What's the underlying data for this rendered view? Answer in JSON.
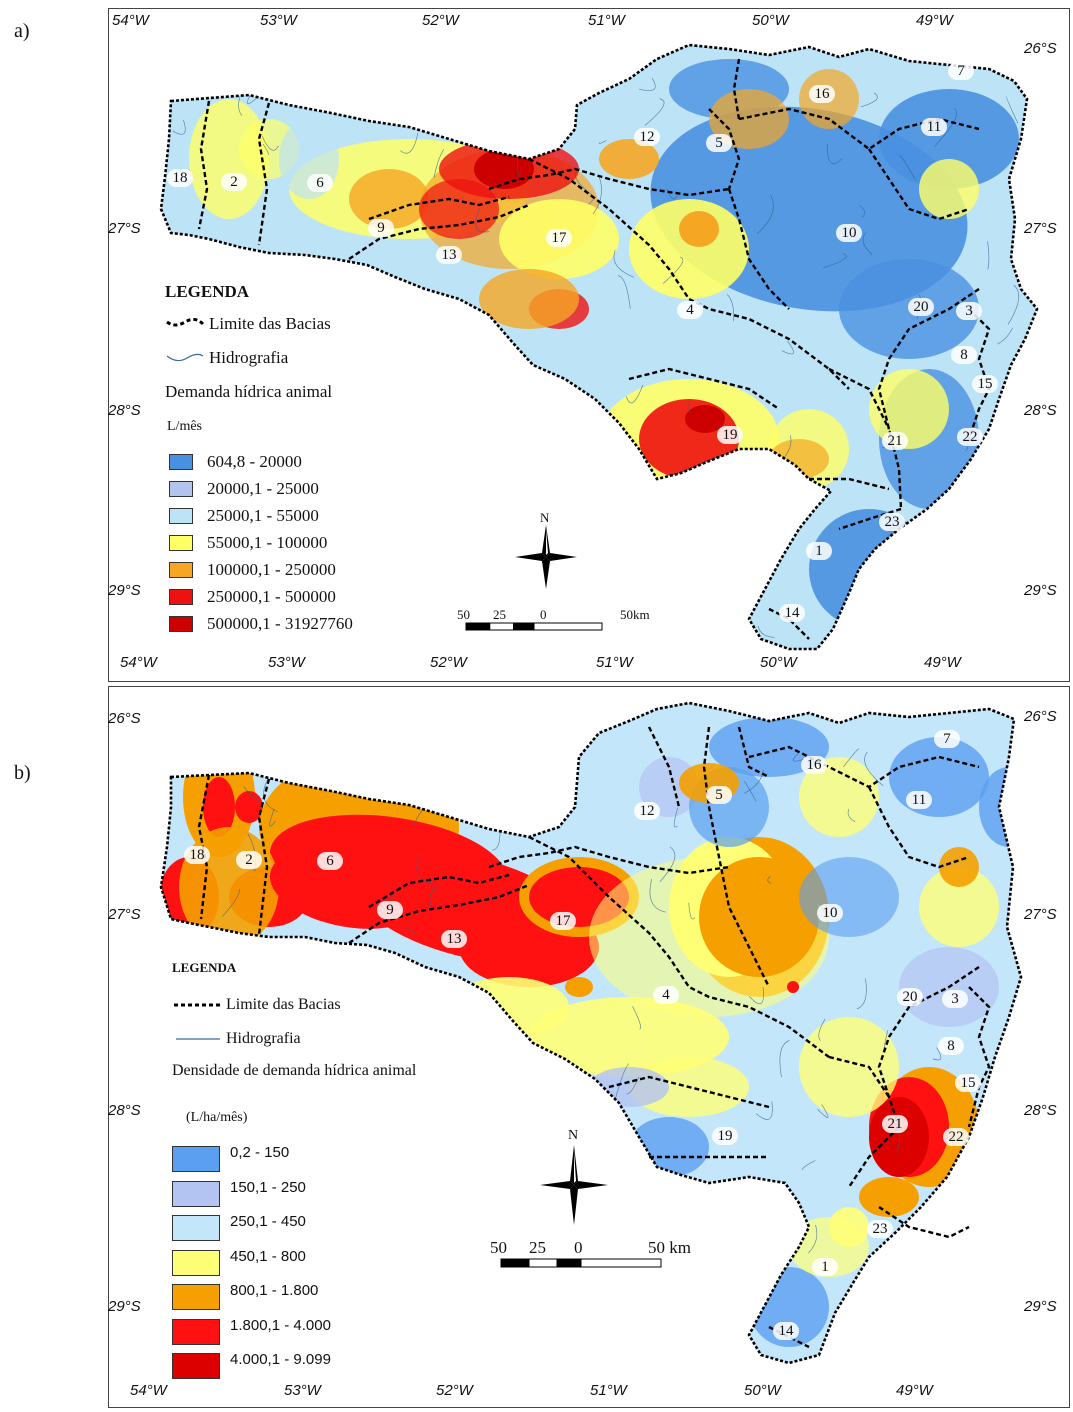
{
  "panels": [
    {
      "label": "a)",
      "ticks_top": [
        "54°W",
        "53°W",
        "52°W",
        "51°W",
        "50°W",
        "49°W"
      ],
      "ticks_bottom": [
        "54°W",
        "53°W",
        "52°W",
        "51°W",
        "50°W",
        "49°W"
      ],
      "ticks_left": [
        "27°S",
        "28°S",
        "29°S"
      ],
      "ticks_right": [
        "26°S",
        "27°S",
        "28°S",
        "29°S"
      ],
      "legend": {
        "title": "LEGENDA",
        "limit_label": "Limite das Bacias",
        "hydro_label": "Hidrografia",
        "var_label": "Demanda hídrica animal",
        "unit": "L/mês",
        "classes": [
          {
            "label": "604,8 - 20000",
            "color": "#4a90e0"
          },
          {
            "label": "20000,1 - 25000",
            "color": "#b0c4ee"
          },
          {
            "label": "25000,1 - 55000",
            "color": "#bde3f7"
          },
          {
            "label": "55000,1 - 100000",
            "color": "#ffff66"
          },
          {
            "label": "100000,1 - 250000",
            "color": "#f5a623"
          },
          {
            "label": "250000,1 - 500000",
            "color": "#ee1111"
          },
          {
            "label": "500000,1 - 31927760",
            "color": "#cc0000"
          }
        ]
      },
      "north": "N",
      "scale": {
        "labels": [
          "50",
          "25",
          "0",
          "50km"
        ]
      },
      "basins": [
        "1",
        "2",
        "3",
        "4",
        "5",
        "6",
        "7",
        "8",
        "9",
        "10",
        "11",
        "12",
        "13",
        "14",
        "15",
        "16",
        "17",
        "18",
        "19",
        "20",
        "21",
        "22",
        "23"
      ]
    },
    {
      "label": "b)",
      "ticks_top": [],
      "ticks_bottom": [
        "54°W",
        "53°W",
        "52°W",
        "51°W",
        "50°W",
        "49°W"
      ],
      "ticks_left": [
        "26°S",
        "27°S",
        "28°S",
        "29°S"
      ],
      "ticks_right": [
        "26°S",
        "27°S",
        "28°S",
        "29°S"
      ],
      "legend": {
        "title": "LEGENDA",
        "limit_label": "Limite das Bacias",
        "hydro_label": "Hidrografia",
        "var_label": "Densidade de demanda hídrica animal",
        "unit": "(L/ha/mês)",
        "classes": [
          {
            "label": "0,2 - 150",
            "color": "#5b9ff0"
          },
          {
            "label": "150,1 - 250",
            "color": "#b3c3f2"
          },
          {
            "label": "250,1 - 450",
            "color": "#c4e6fa"
          },
          {
            "label": "450,1 - 800",
            "color": "#ffff77"
          },
          {
            "label": "800,1 - 1.800",
            "color": "#f5a000"
          },
          {
            "label": "1.800,1 - 4.000",
            "color": "#ff1111"
          },
          {
            "label": "4.000,1 - 9.099",
            "color": "#dd0000"
          }
        ]
      },
      "north": "N",
      "scale": {
        "labels": [
          "50",
          "25",
          "0",
          "50 km"
        ]
      },
      "basins": [
        "1",
        "2",
        "3",
        "4",
        "5",
        "6",
        "7",
        "8",
        "9",
        "10",
        "11",
        "12",
        "13",
        "14",
        "15",
        "16",
        "17",
        "18",
        "19",
        "20",
        "21",
        "22",
        "23"
      ]
    }
  ]
}
